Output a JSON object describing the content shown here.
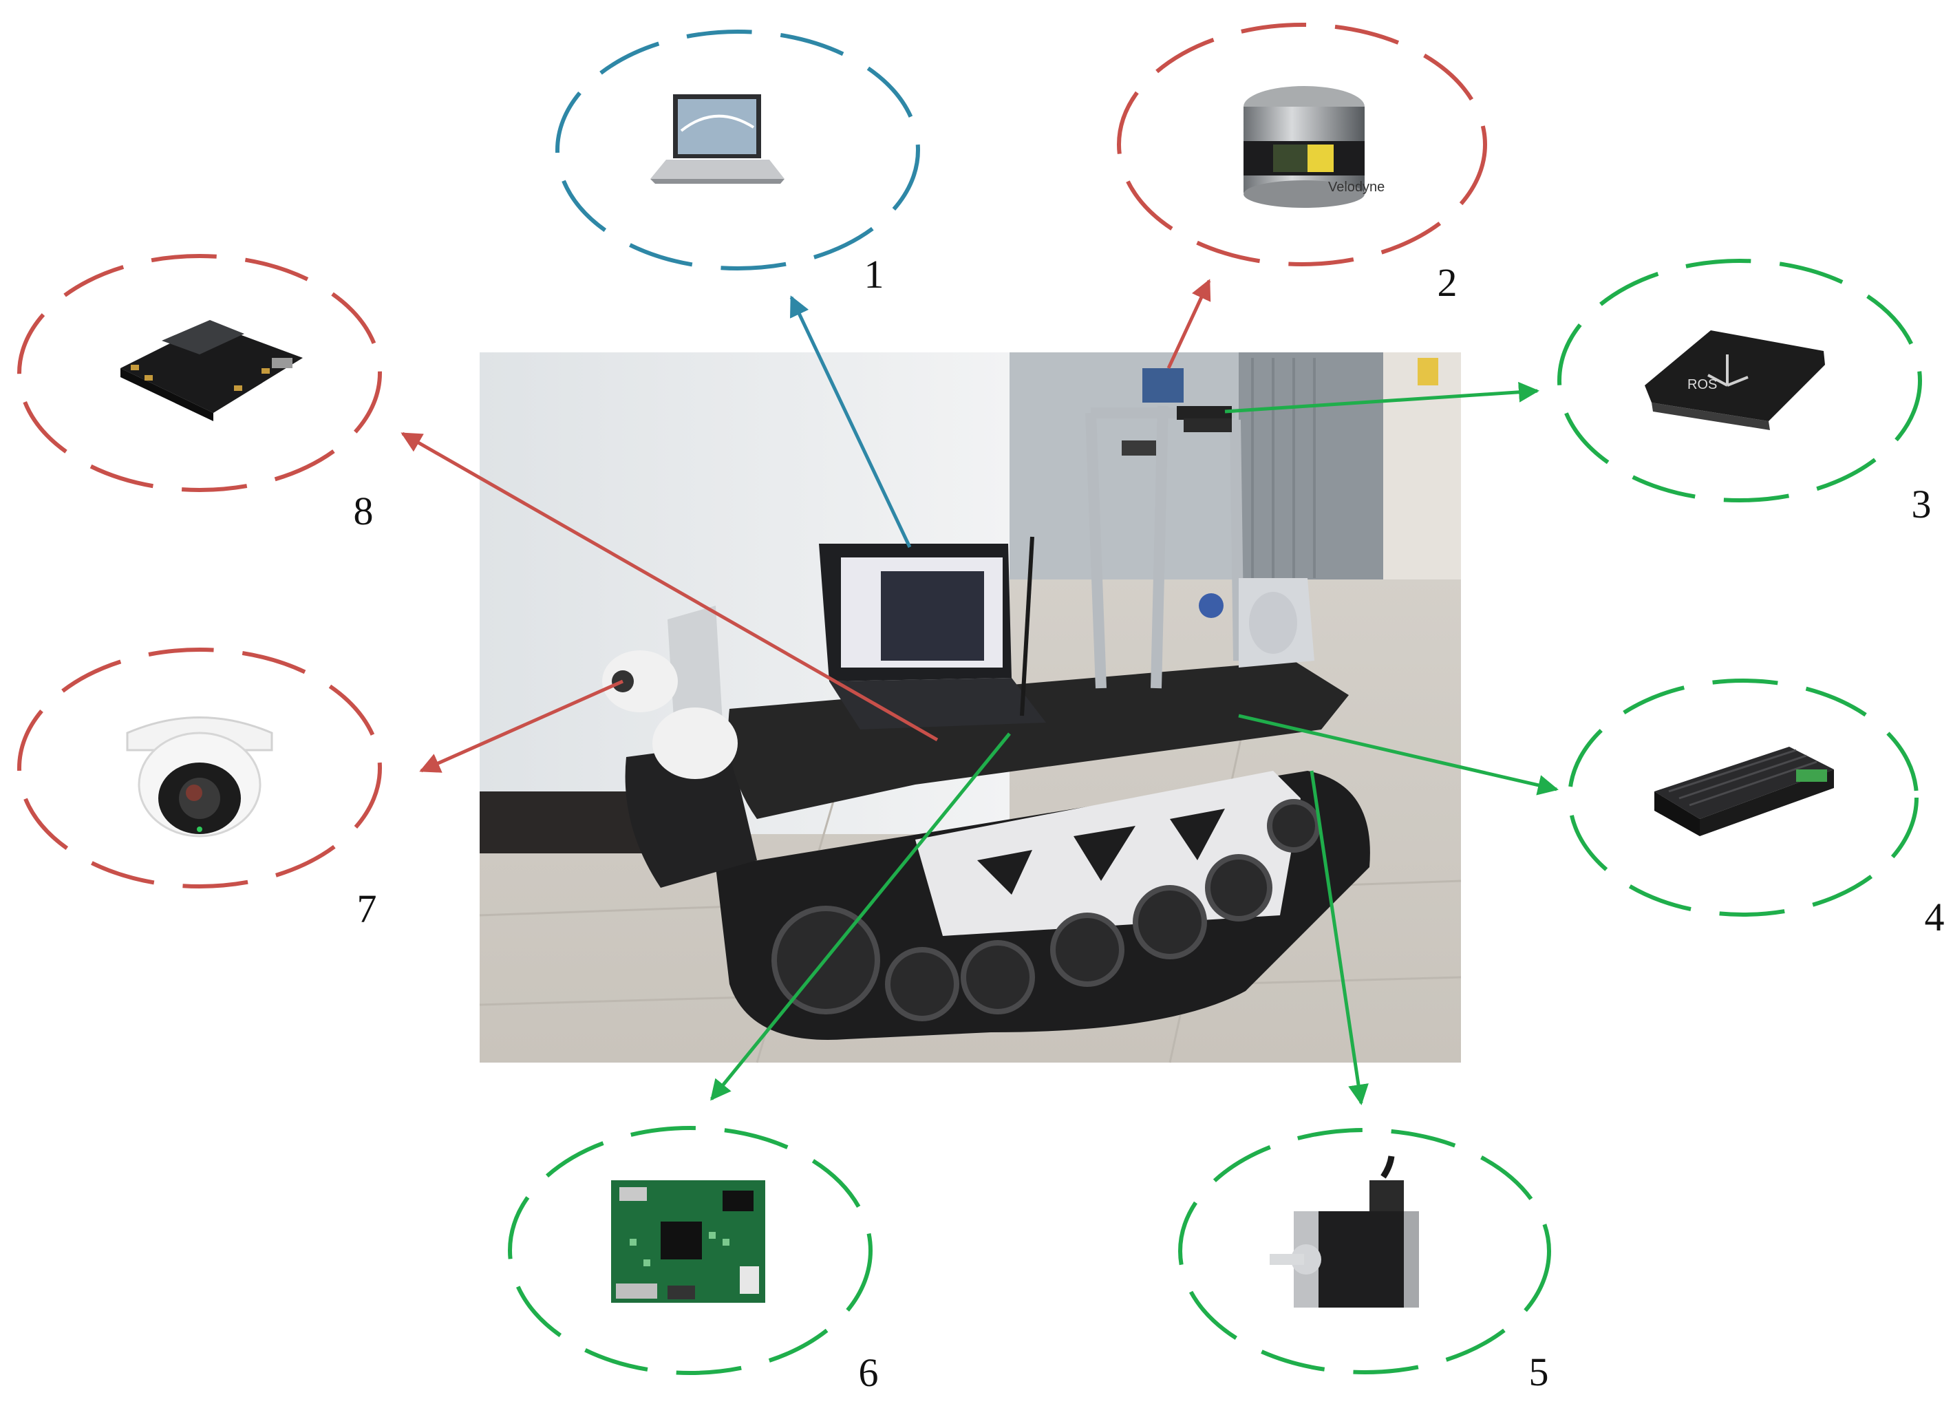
{
  "colors": {
    "red": "#c8504a",
    "green": "#1fae4b",
    "blue": "#2e87a6"
  },
  "nodes": [
    {
      "label": "1",
      "color": "blue",
      "icon": "laptop-icon"
    },
    {
      "label": "2",
      "color": "red",
      "icon": "lidar-icon"
    },
    {
      "label": "3",
      "color": "green",
      "icon": "imu-icon"
    },
    {
      "label": "4",
      "color": "green",
      "icon": "motor-driver-icon"
    },
    {
      "label": "5",
      "color": "green",
      "icon": "stepper-motor-icon"
    },
    {
      "label": "6",
      "color": "green",
      "icon": "fpga-board-icon"
    },
    {
      "label": "7",
      "color": "red",
      "icon": "dome-camera-icon"
    },
    {
      "label": "8",
      "color": "red",
      "icon": "jetson-board-icon"
    }
  ],
  "center": {
    "icon": "tracked-robot-photo"
  }
}
